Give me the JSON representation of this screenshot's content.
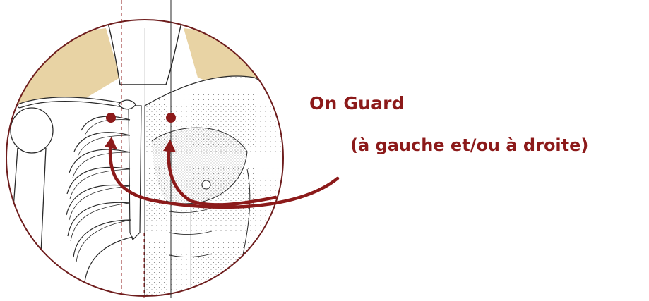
{
  "labels": {
    "title": "On Guard",
    "subtitle": "(à gauche et/ou à droite)"
  },
  "colors": {
    "accent": "#8c1a1a",
    "skin_shade": "#e8d3a4",
    "outline": "#6e1d1d",
    "ink": "#2a2a2a"
  },
  "icons": {
    "illustration": "anatomical-chest-illustration",
    "point": "acupressure-point-dot",
    "arrow": "curved-arrow"
  }
}
